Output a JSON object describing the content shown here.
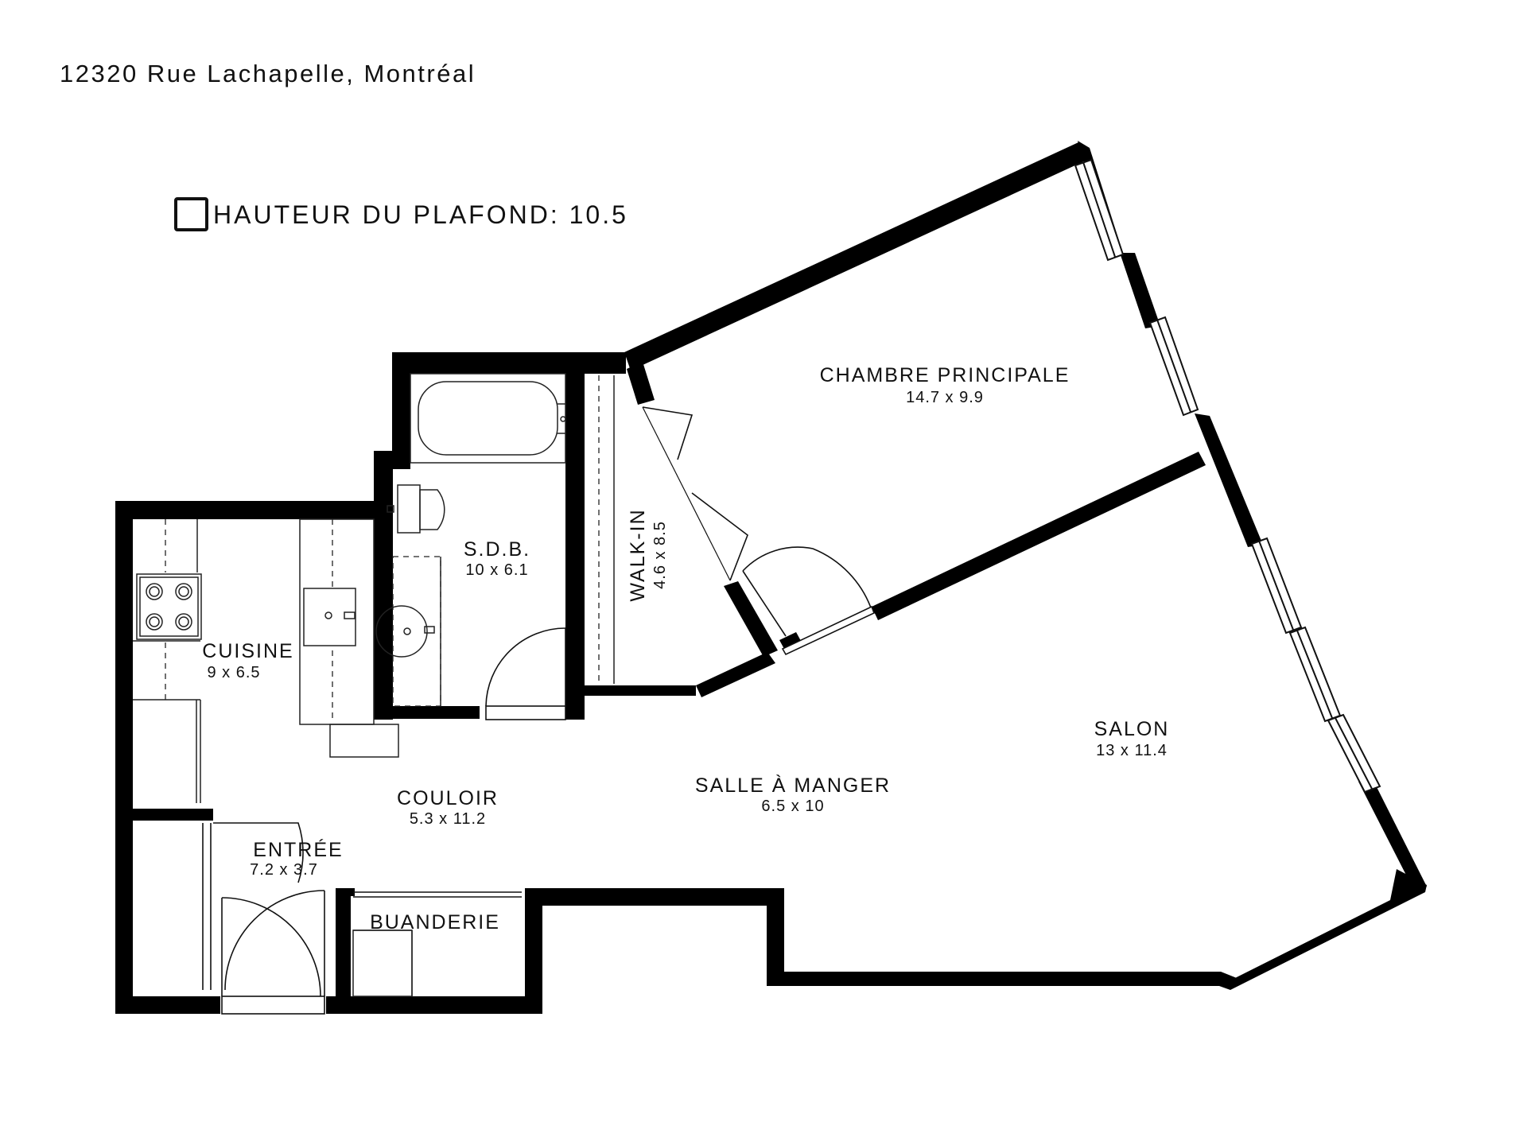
{
  "address": "12320 Rue Lachapelle, Montréal",
  "legend": {
    "label": "HAUTEUR DU PLAFOND: 10.5"
  },
  "rooms": [
    {
      "id": "chambre",
      "name": "CHAMBRE PRINCIPALE",
      "dims": "14.7 x 9.9"
    },
    {
      "id": "sdb",
      "name": "S.D.B.",
      "dims": "10 x 6.1"
    },
    {
      "id": "walkin",
      "name": "WALK-IN",
      "dims": "4.6 x 8.5"
    },
    {
      "id": "cuisine",
      "name": "CUISINE",
      "dims": "9 x 6.5"
    },
    {
      "id": "couloir",
      "name": "COULOIR",
      "dims": "5.3 x 11.2"
    },
    {
      "id": "salle",
      "name": "SALLE À MANGER",
      "dims": "6.5 x 10"
    },
    {
      "id": "salon",
      "name": "SALON",
      "dims": "13 x 11.4"
    },
    {
      "id": "entree",
      "name": "ENTRÉE",
      "dims": "7.2 x 3.7"
    },
    {
      "id": "buanderie",
      "name": "BUANDERIE"
    }
  ],
  "colors": {
    "wall": "#000000",
    "background": "#ffffff",
    "fixture": "#222222"
  }
}
